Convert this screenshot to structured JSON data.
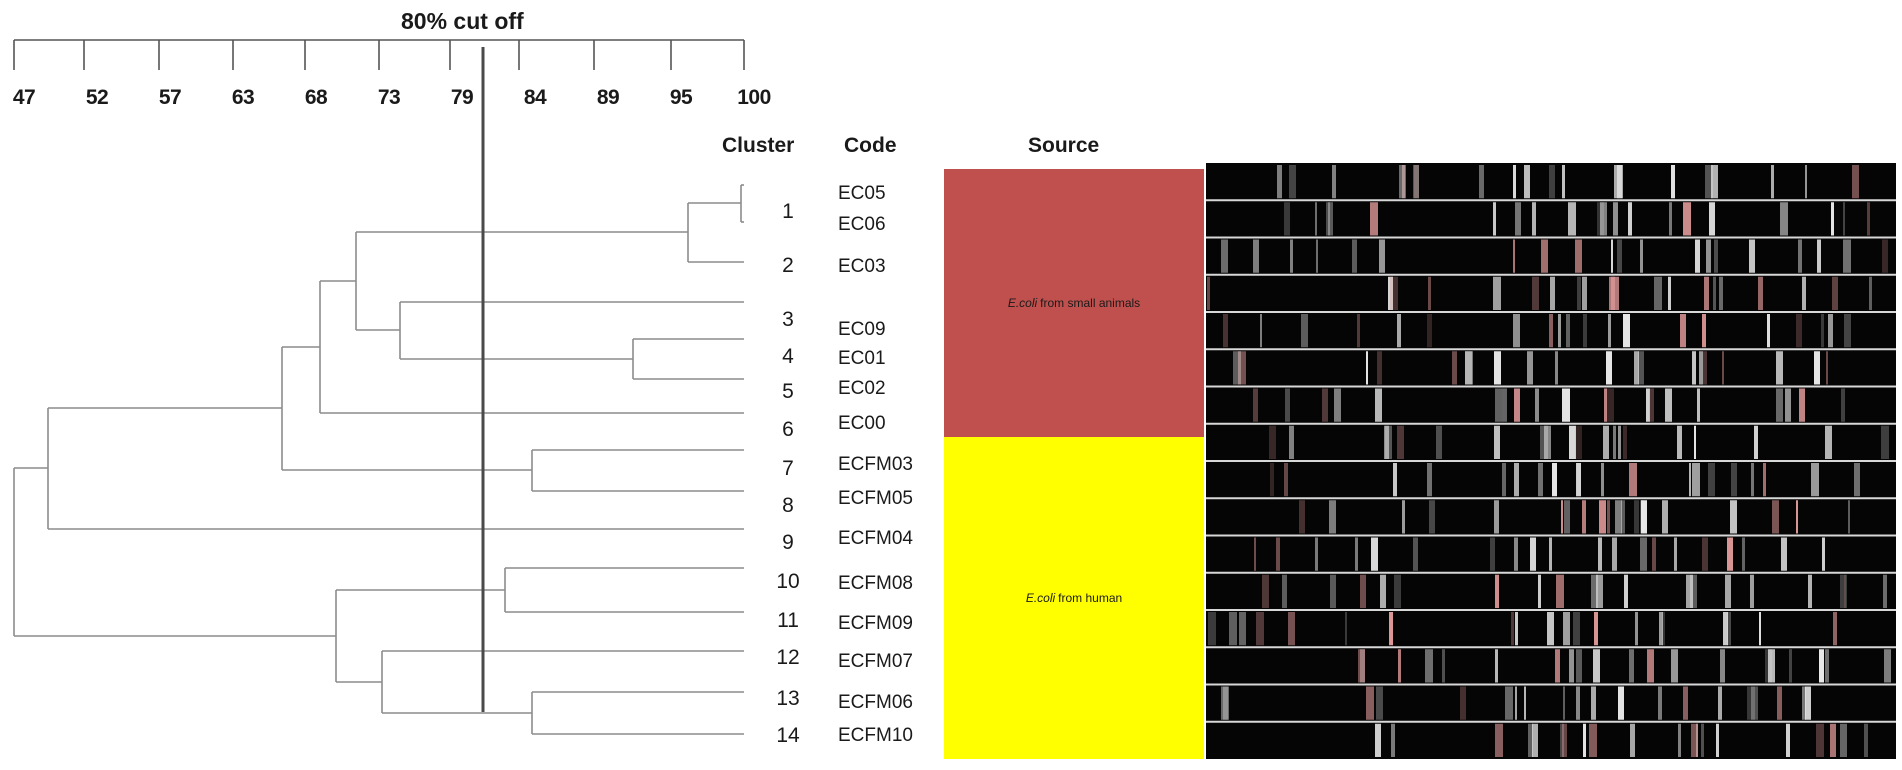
{
  "cutoff_title": "80% cut off",
  "scale": {
    "labels": [
      "47",
      "52",
      "57",
      "63",
      "68",
      "73",
      "79",
      "84",
      "89",
      "95",
      "100"
    ],
    "min": 47,
    "max": 100,
    "cutoff_value": 80
  },
  "headers": {
    "cluster": "Cluster",
    "code": "Code",
    "source": "Source"
  },
  "leaves": [
    {
      "code": "EC05",
      "cluster": "1"
    },
    {
      "code": "EC06",
      "cluster": ""
    },
    {
      "code": "EC03",
      "cluster": "2"
    },
    {
      "code": "",
      "cluster": "3"
    },
    {
      "code": "EC09",
      "cluster": ""
    },
    {
      "code": "EC01",
      "cluster": "4"
    },
    {
      "code": "EC02",
      "cluster": "5"
    },
    {
      "code": "EC00",
      "cluster": "6"
    },
    {
      "code": "ECFM03",
      "cluster": "7"
    },
    {
      "code": "ECFM05",
      "cluster": "8"
    },
    {
      "code": "ECFM04",
      "cluster": "9"
    },
    {
      "code": "ECFM08",
      "cluster": "10"
    },
    {
      "code": "ECFM09",
      "cluster": "11"
    },
    {
      "code": "ECFM07",
      "cluster": "12"
    },
    {
      "code": "ECFM06",
      "cluster": "13"
    },
    {
      "code": "ECFM10",
      "cluster": "14"
    }
  ],
  "sources": [
    {
      "italic": "E.coli",
      "text": "from small animals",
      "color": "#c0504d"
    },
    {
      "italic": "E.coli",
      "text": "from human",
      "color": "#ffff00"
    }
  ],
  "colors": {
    "line": "#8c8c8c",
    "cutoff_line": "#4a4a4a",
    "gel_background": "#050505",
    "gel_separator": "#d8d8d8"
  }
}
